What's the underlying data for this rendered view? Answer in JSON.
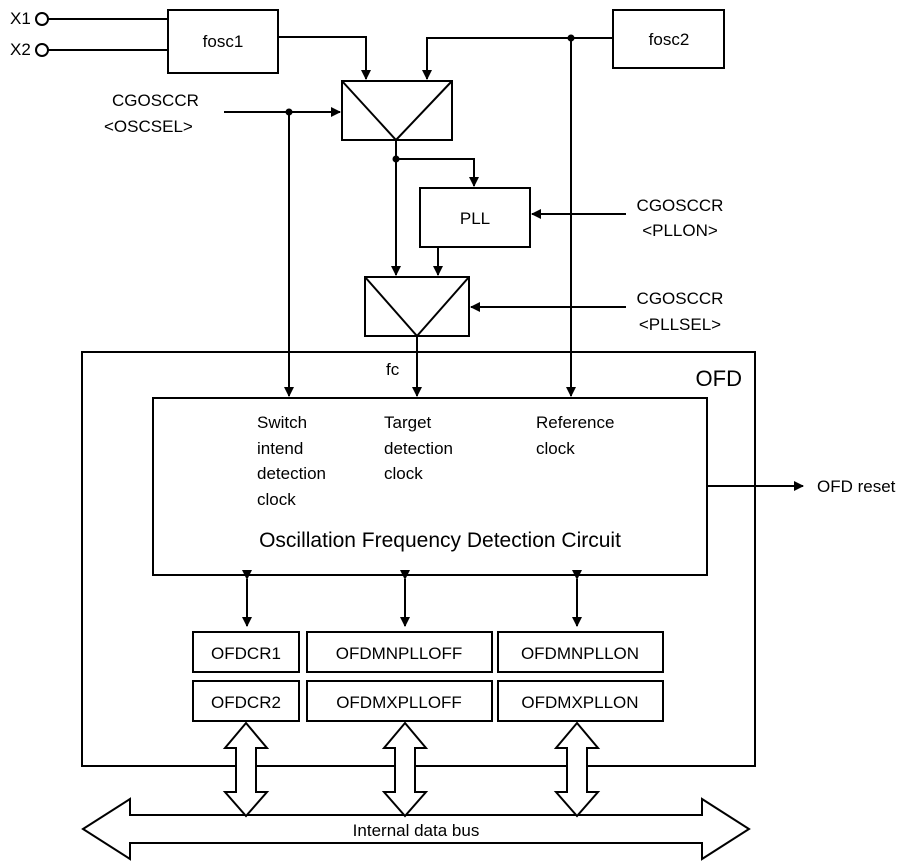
{
  "pins": {
    "x1": "X1",
    "x2": "X2"
  },
  "oscillators": {
    "fosc1": "fosc1",
    "fosc2": "fosc2"
  },
  "pll": "PLL",
  "control_signals": {
    "oscsel": [
      "CGOSCCR",
      "<OSCSEL>"
    ],
    "pllon": [
      "CGOSCCR",
      "<PLLON>"
    ],
    "pllsel": [
      "CGOSCCR",
      "<PLLSEL>"
    ]
  },
  "fc_label": "fc",
  "ofd": {
    "block_label": "OFD",
    "circuit_title": "Oscillation Frequency Detection Circuit",
    "inputs": {
      "switch_clock": [
        "Switch",
        "intend",
        "detection",
        "clock"
      ],
      "target_clock": [
        "Target",
        "detection",
        "clock"
      ],
      "reference_clock": [
        "Reference",
        "clock"
      ]
    },
    "reset_output": "OFD reset",
    "registers": {
      "ofdcr1": "OFDCR1",
      "ofdcr2": "OFDCR2",
      "ofdmnplloff": "OFDMNPLLOFF",
      "ofdmxplloff": "OFDMXPLLOFF",
      "ofdmnpllon": "OFDMNPLLON",
      "ofdmxpllon": "OFDMXPLLON"
    }
  },
  "bus_label": "Internal data bus",
  "colors": {
    "line": "#000000",
    "background": "#ffffff"
  }
}
